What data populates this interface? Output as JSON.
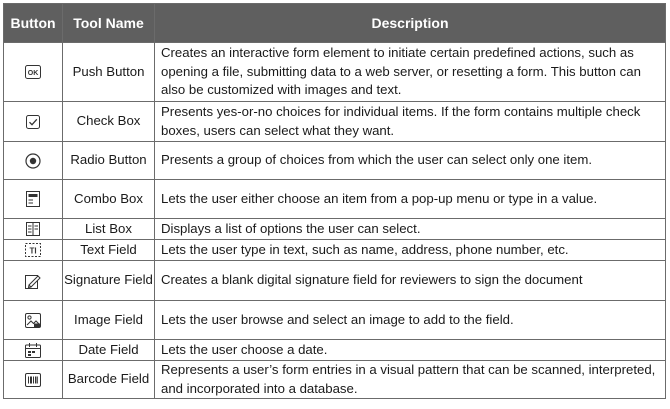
{
  "header": {
    "button": "Button",
    "tool_name": "Tool Name",
    "description": "Description"
  },
  "rows": [
    {
      "icon": "push-button-icon",
      "name": "Push Button",
      "description": "Creates an interactive form element to initiate certain predefined actions, such as opening a file, submitting data to a web server, or resetting a form. This button can also be customized with images and text."
    },
    {
      "icon": "check-box-icon",
      "name": "Check Box",
      "description": "Presents yes-or-no choices for individual items. If the form contains multiple check boxes, users can select what they want."
    },
    {
      "icon": "radio-button-icon",
      "name": "Radio Button",
      "description": "Presents a group of choices from which the user can select only one item."
    },
    {
      "icon": "combo-box-icon",
      "name": "Combo Box",
      "description": "Lets the user either choose an item from a pop-up menu or type in a value."
    },
    {
      "icon": "list-box-icon",
      "name": "List Box",
      "description": "Displays a list of options the user can select."
    },
    {
      "icon": "text-field-icon",
      "name": "Text Field",
      "description": "Lets the user type in text, such as name, address, phone number, etc."
    },
    {
      "icon": "signature-field-icon",
      "name": "Signature Field",
      "description": "Creates a blank digital signature field for reviewers to sign the document"
    },
    {
      "icon": "image-field-icon",
      "name": "Image Field",
      "description": "Lets the user browse and select an image to add to the field."
    },
    {
      "icon": "date-field-icon",
      "name": "Date Field",
      "description": "Lets the user choose a date."
    },
    {
      "icon": "barcode-field-icon",
      "name": "Barcode Field",
      "description": "Represents a user’s form entries in a visual pattern that can be scanned, interpreted, and incorporated into a database."
    }
  ],
  "push_button_icon_text": "OK",
  "text_field_icon_text": "TI"
}
